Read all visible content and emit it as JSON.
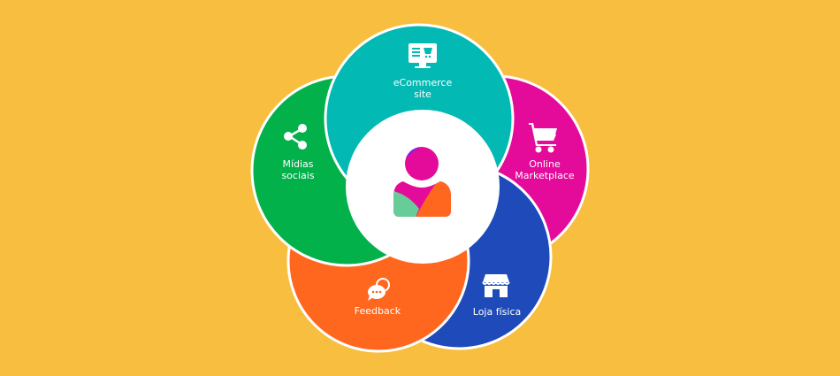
{
  "background_color": "#F8BE3F",
  "segments": [
    {
      "id": "ecommerce",
      "label_lines": [
        "eCommerce",
        "site"
      ],
      "icon": "monitor-cart-icon",
      "color": "#03B9B3"
    },
    {
      "id": "social",
      "label_lines": [
        "Mídias",
        "sociais"
      ],
      "icon": "share-icon",
      "color": "#03B14B"
    },
    {
      "id": "marketplace",
      "label_lines": [
        "Online",
        "Marketplace"
      ],
      "icon": "shopping-cart-icon",
      "color": "#E40B9A"
    },
    {
      "id": "store",
      "label_lines": [
        "Loja física"
      ],
      "icon": "storefront-icon",
      "color": "#1E4BB9"
    },
    {
      "id": "feedback",
      "label_lines": [
        "Feedback"
      ],
      "icon": "chat-bubbles-icon",
      "color": "#FF671F"
    }
  ],
  "center": {
    "icon": "customer-icon"
  }
}
